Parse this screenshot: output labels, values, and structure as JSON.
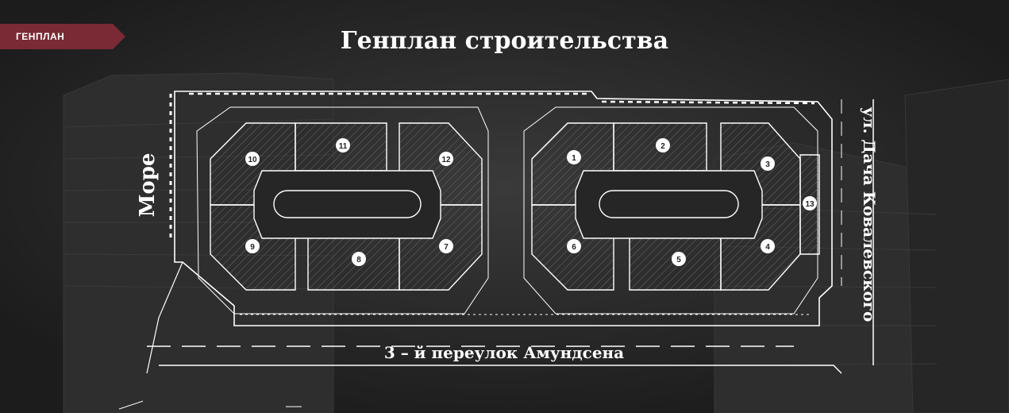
{
  "header": {
    "badge_label": "ГЕНПЛАН",
    "title": "Генплан строительства"
  },
  "map": {
    "sea_label": "Море",
    "street_vertical": "ул. Дача Ковалевского",
    "street_horizontal": "3 – й переулок Амундсена",
    "buildings": [
      "1",
      "2",
      "3",
      "4",
      "5",
      "6",
      "7",
      "8",
      "9",
      "10",
      "11",
      "12",
      "13"
    ]
  },
  "colors": {
    "badge": "#7a2a35",
    "background": "#232323",
    "lines": "#ffffff"
  }
}
